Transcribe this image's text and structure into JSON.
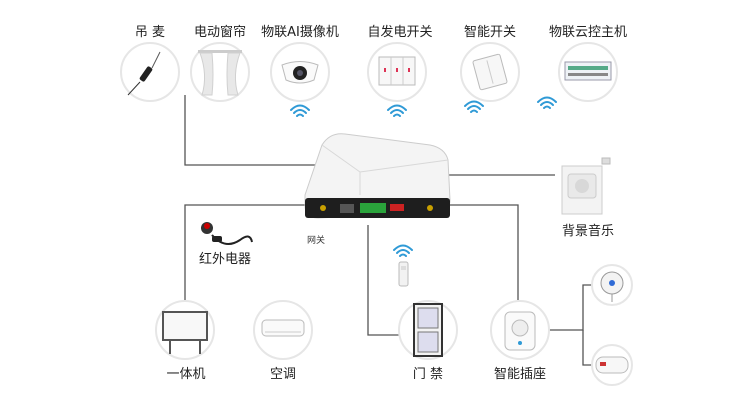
{
  "devices": {
    "mic": "吊 麦",
    "curtain": "电动窗帘",
    "camera": "物联AI摄像机",
    "selfpower_switch": "自发电开关",
    "smart_switch": "智能开关",
    "iot_host": "物联云控主机",
    "bg_music": "背景音乐",
    "ir_device": "红外电器",
    "all_in_one": "一体机",
    "ac": "空调",
    "door": "门 禁",
    "smart_socket": "智能插座",
    "gateway": "网关"
  },
  "colors": {
    "line": "#555555",
    "wifi": "#2f9ad6",
    "circle_border": "#e6e6e6"
  }
}
